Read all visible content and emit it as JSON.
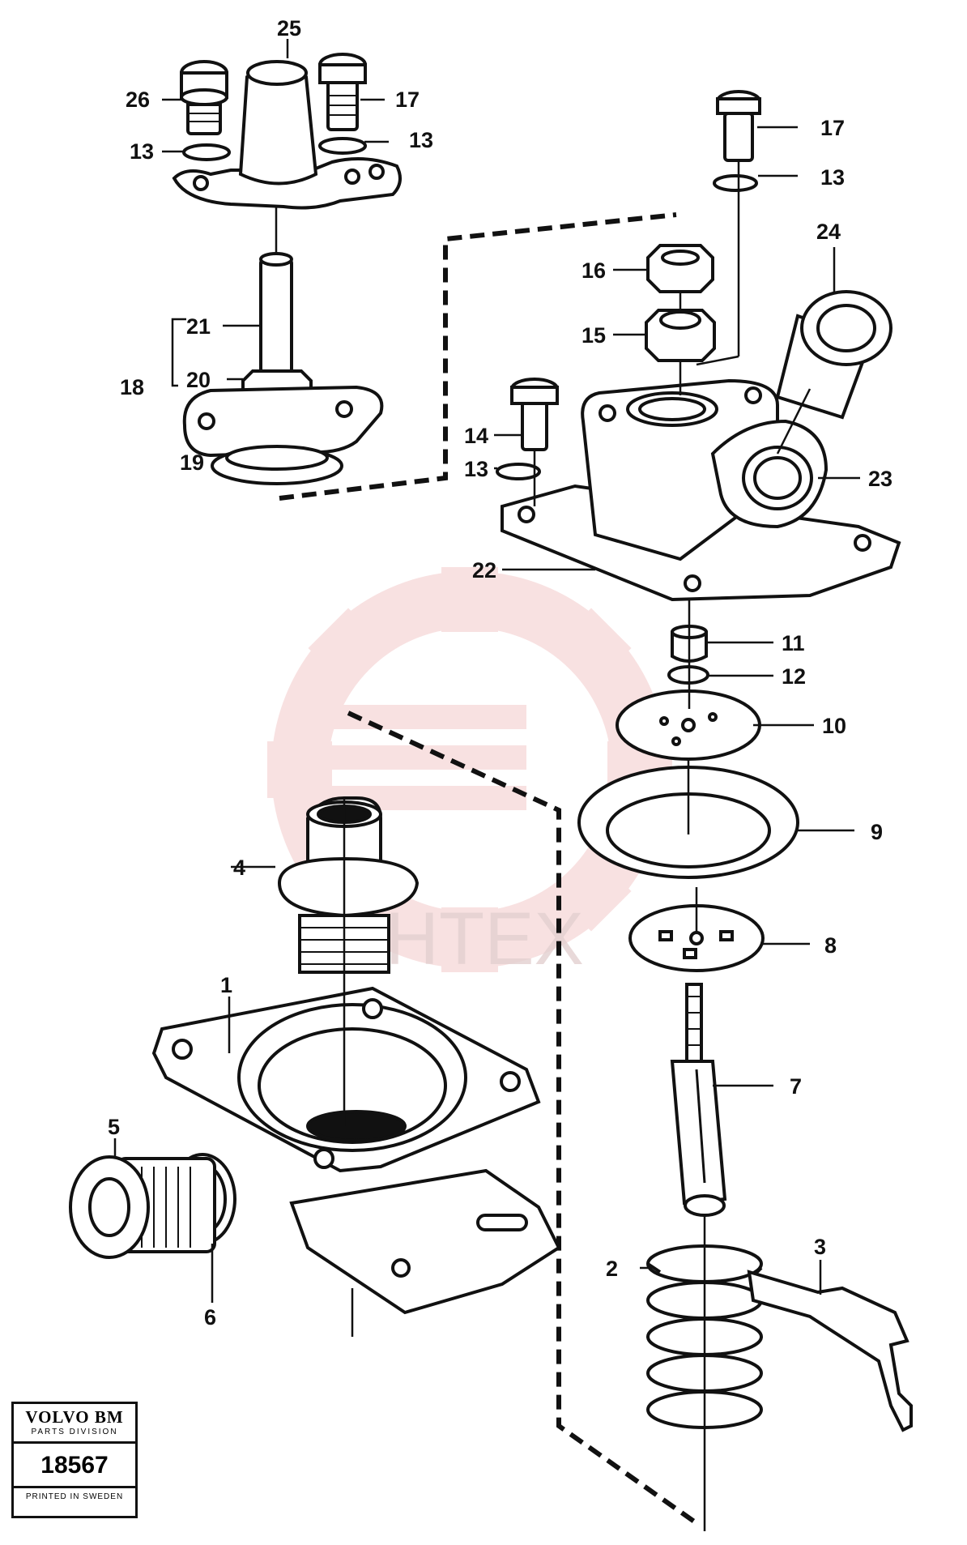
{
  "callouts": {
    "c1": "1",
    "c2": "2",
    "c3": "3",
    "c4": "4",
    "c5": "5",
    "c6": "6",
    "c7": "7",
    "c8": "8",
    "c9": "9",
    "c10": "10",
    "c11": "11",
    "c12": "12",
    "c13": "13",
    "c14": "14",
    "c15": "15",
    "c16": "16",
    "c17": "17",
    "c18": "18",
    "c19": "19",
    "c20": "20",
    "c21": "21",
    "c22": "22",
    "c23": "23",
    "c24": "24",
    "c25": "25",
    "c26": "26"
  },
  "stamp": {
    "brand": "VOLVO BM",
    "division": "PARTS DIVISION",
    "number": "18567",
    "printed": "PRINTED IN SWEDEN"
  },
  "watermark": {
    "text": "IHTEX",
    "color": "#f3c9c9"
  }
}
